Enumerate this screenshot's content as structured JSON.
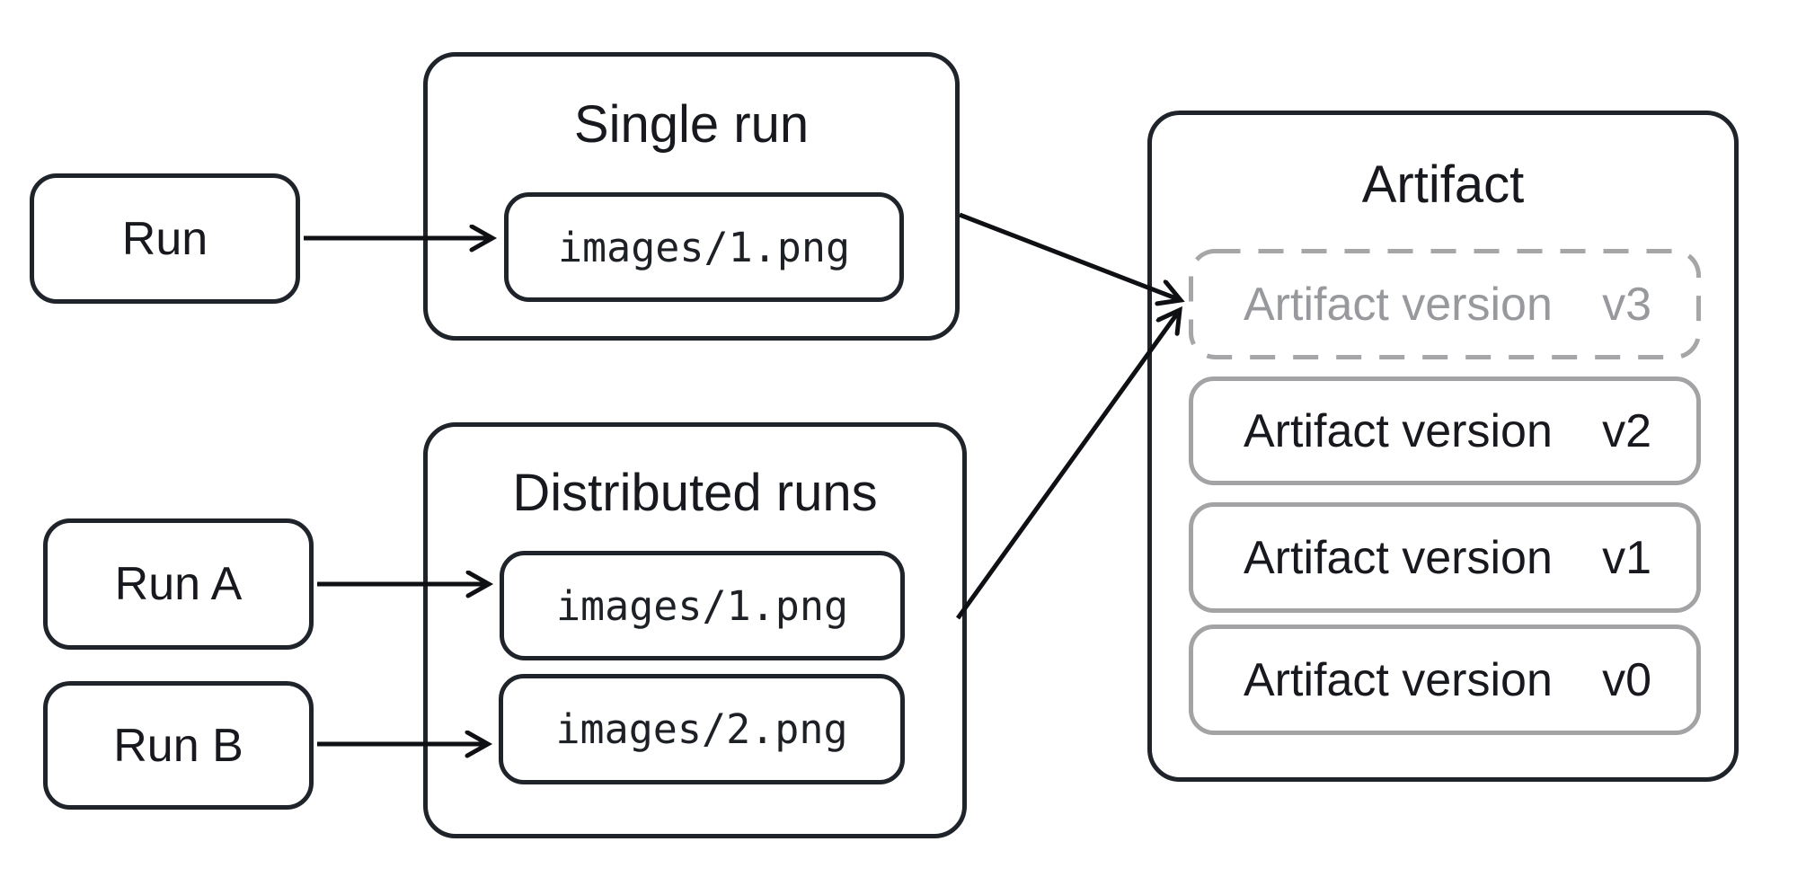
{
  "diagram": {
    "nodes": {
      "run": {
        "label": "Run"
      },
      "run_a": {
        "label": "Run A"
      },
      "run_b": {
        "label": "Run B"
      }
    },
    "single_run_group": {
      "title": "Single run",
      "file": "images/1.png"
    },
    "distributed_group": {
      "title": "Distributed runs",
      "files": [
        "images/1.png",
        "images/2.png"
      ]
    },
    "artifact_group": {
      "title": "Artifact",
      "versions": [
        {
          "label": "Artifact version",
          "tag": "v3",
          "style": "dashed"
        },
        {
          "label": "Artifact version",
          "tag": "v2",
          "style": "solid"
        },
        {
          "label": "Artifact version",
          "tag": "v1",
          "style": "solid"
        },
        {
          "label": "Artifact version",
          "tag": "v0",
          "style": "solid"
        }
      ]
    },
    "connectors": [
      {
        "name": "run-to-images1"
      },
      {
        "name": "run-a-to-images1"
      },
      {
        "name": "run-b-to-images2"
      },
      {
        "name": "single-run-to-artifact-v3"
      },
      {
        "name": "distributed-runs-to-artifact-v3"
      }
    ],
    "colors": {
      "background": "#ffffff",
      "box_border": "#1f232a",
      "arrow": "#0e1013",
      "text_dark": "#17191e",
      "gray_border": "#a3a3a5",
      "gray_dashed_border": "#a6a6a8",
      "text_gray": "#97999d"
    }
  }
}
